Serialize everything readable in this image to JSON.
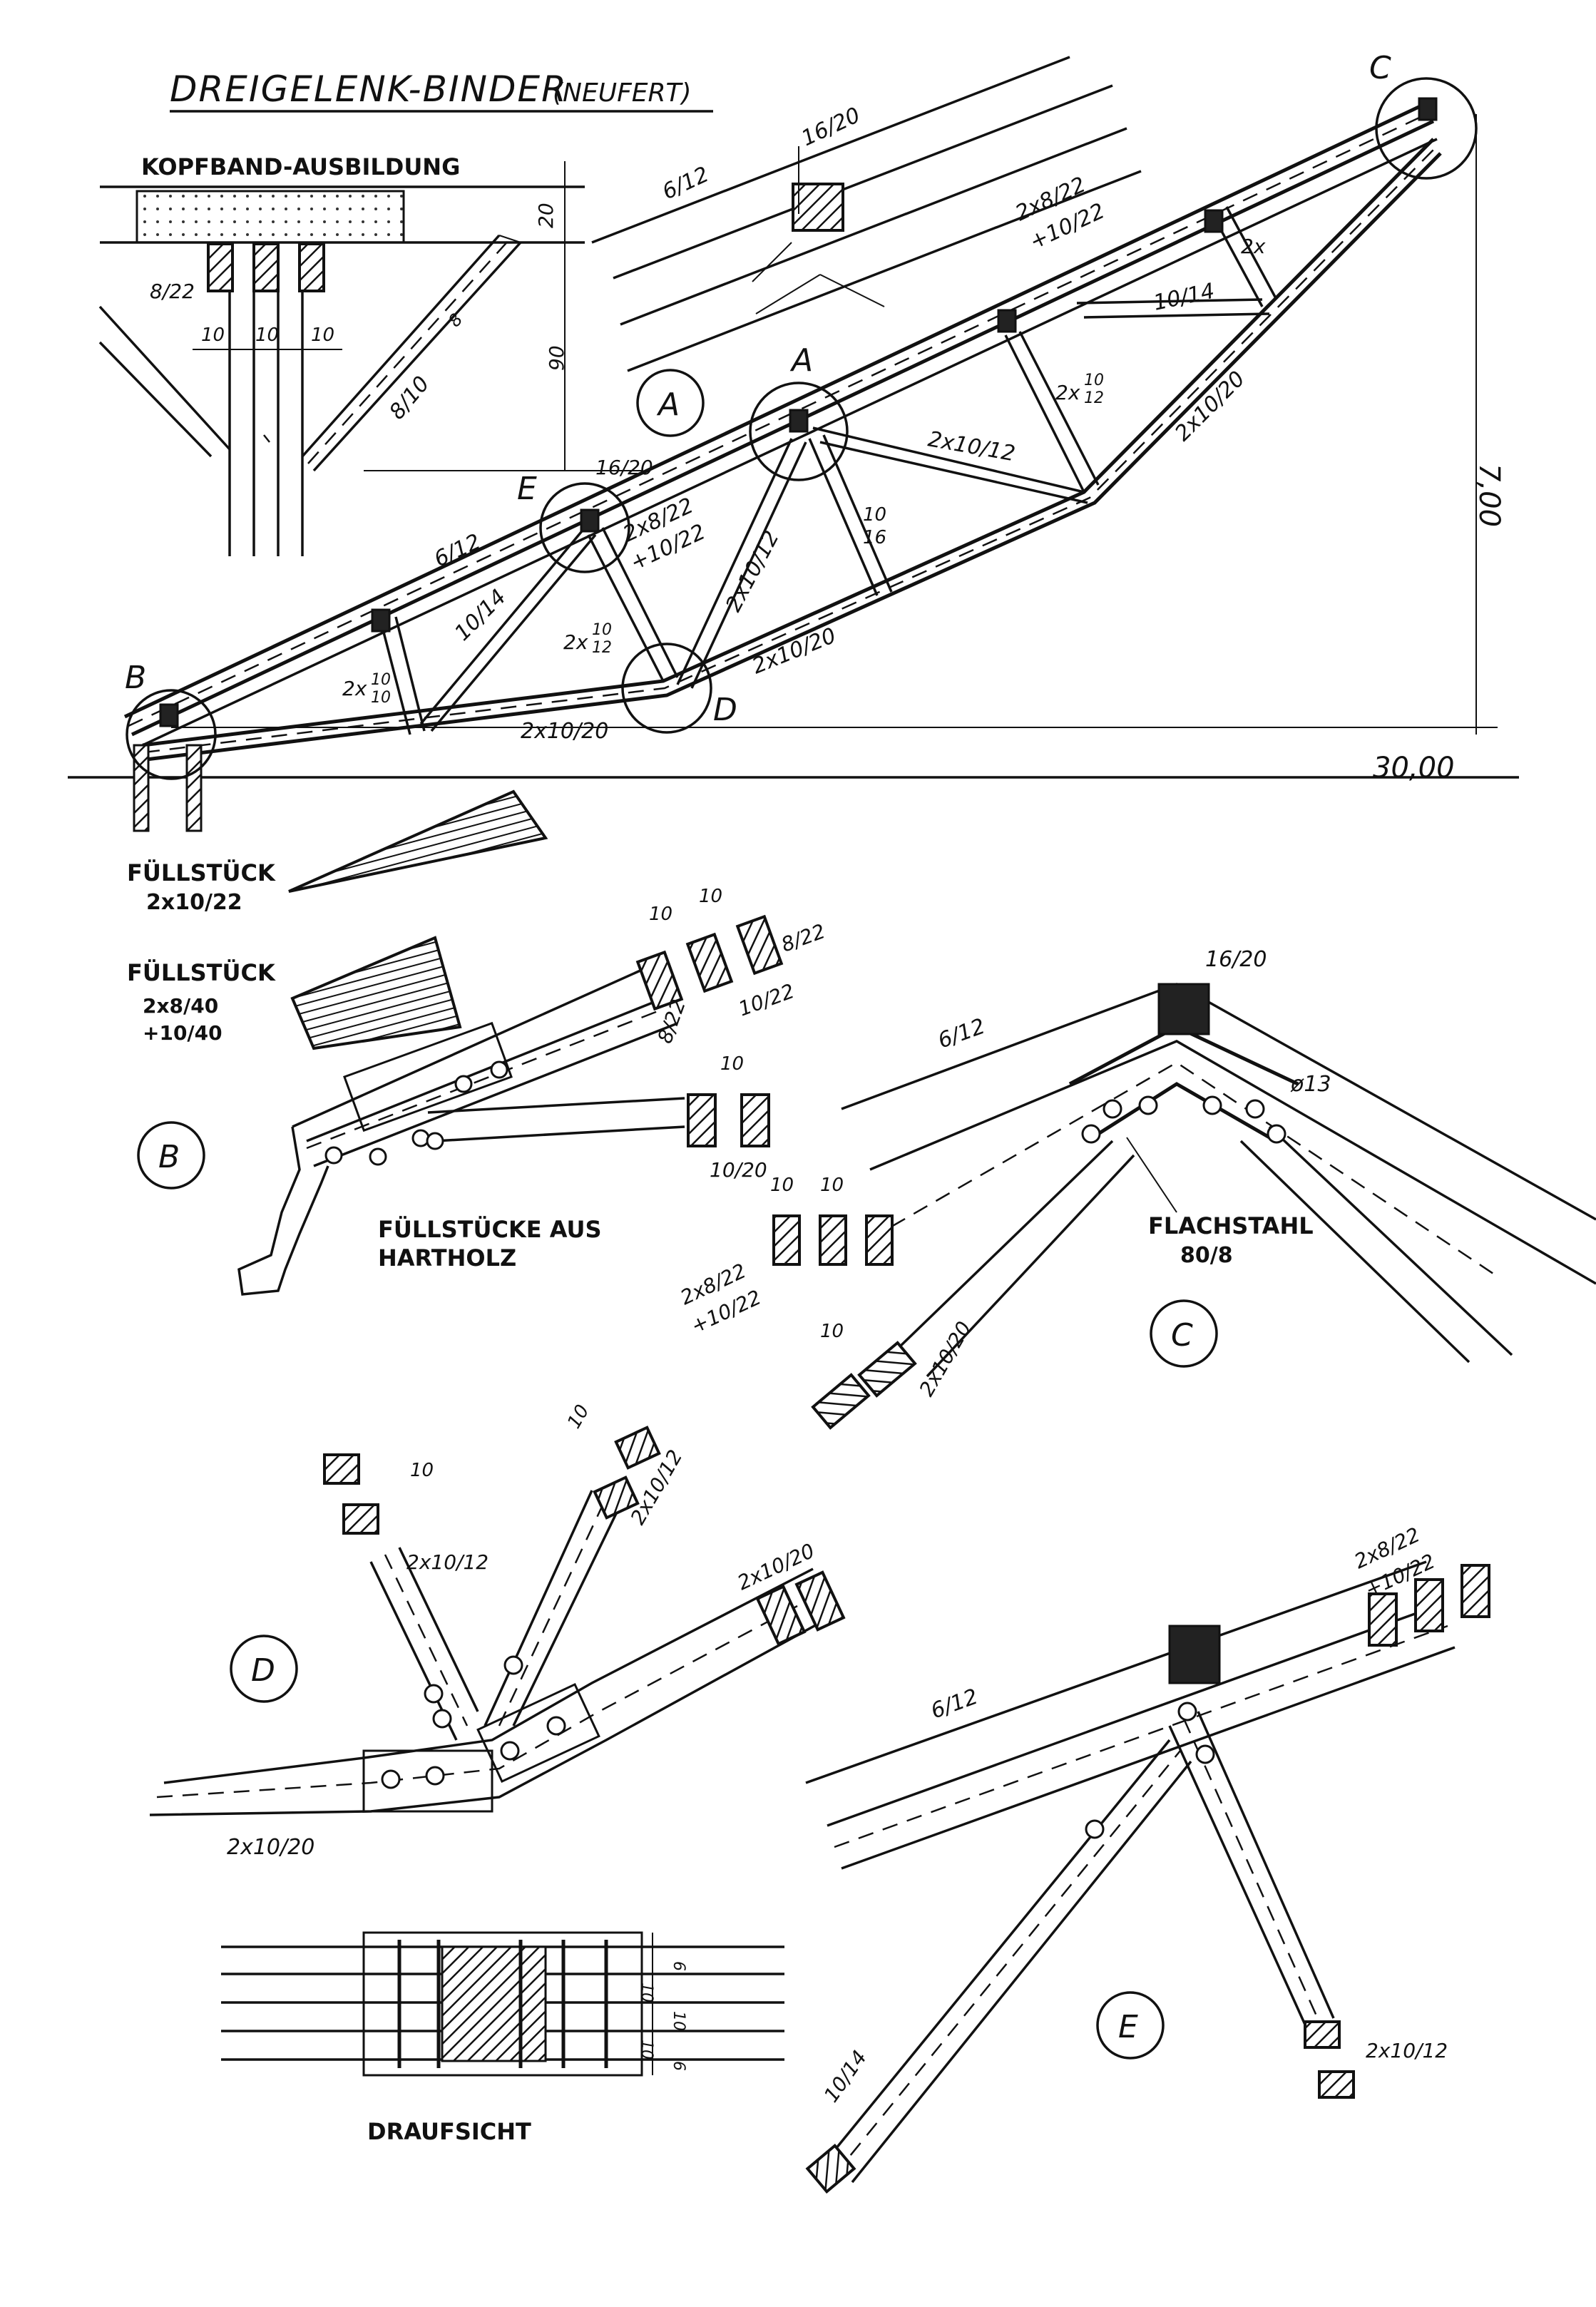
{
  "title": "DREIGELENK-BINDER",
  "title_source": "(NEUFERT)",
  "kopfband": {
    "heading": "KOPFBAND-AUSBILDUNG",
    "sec_8_22": "8/22",
    "w1": "10",
    "w2": "10",
    "w3": "10",
    "brace": "8/10",
    "brace_small": "8",
    "dim_20": "20",
    "dim_90": "90"
  },
  "truss": {
    "span": "30,00",
    "height": "7,00",
    "rafter_6_12": "6/12",
    "top_chord": "2x8/22",
    "top_chord_b": "+10/22",
    "top_chord_right": "2x8/22",
    "top_chord_right_b": "+10/22",
    "purlin_16_20": "16/20",
    "purlin_e": "16/20",
    "bottom_left": "2x10/20",
    "bottom_mid": "2x10/20",
    "bottom_right": "2x10/20",
    "diag_10_14": "10/14",
    "diag_10_14_right": "10/14",
    "diag_2x10_12_a": "2x10/12",
    "diag_2x10_12_b": "2x10/12",
    "vert_2x10_10_left": "2x",
    "vert_10_16": "10",
    "vert_10_16_b": "16",
    "frac_10": "10",
    "frac_10b": "10",
    "frac_12": "12",
    "frac_12b": "12",
    "frac_10c": "10",
    "frac_10d": "10"
  },
  "markers": {
    "A": "A",
    "B": "B",
    "C": "C",
    "D": "D",
    "E": "E"
  },
  "fuellstueck1": {
    "label": "FÜLLSTÜCK",
    "size": "2x10/22"
  },
  "fuellstueck2": {
    "label": "FÜLLSTÜCK",
    "size_a": "2x8/40",
    "size_b": "+10/40"
  },
  "detail_b": {
    "label": "B",
    "note_a": "FÜLLSTÜCKE AUS",
    "note_b": "HARTHOLZ",
    "s1": "10",
    "s2": "10",
    "sec_8_22_a": "8/22",
    "sec_8_22_b": "8/22",
    "sec_10_22": "10/22",
    "s3": "10",
    "sec_10_20": "10/20"
  },
  "detail_c": {
    "label": "C",
    "purlin": "16/20",
    "rafter": "6/12",
    "bolt": "ø13",
    "steel_a": "FLACHSTAHL",
    "steel_b": "80/8",
    "s1": "10",
    "s2": "10",
    "sec_a": "2x8/22",
    "sec_b": "+10/22",
    "s3": "10",
    "sec_c": "2x10/20"
  },
  "detail_d": {
    "label": "D",
    "s1": "10",
    "sec_left": "2x10/12",
    "s2": "10",
    "sec_right": "2x10/12",
    "sec_top": "2x10/20",
    "bottom": "2x10/20"
  },
  "detail_e": {
    "label": "E",
    "rafter": "6/12",
    "sec_a": "2x8/22",
    "sec_b": "+10/22",
    "diag": "10/14",
    "sec_c": "2x10/12"
  },
  "draufsicht": {
    "label": "DRAUFSICHT",
    "d1": "6",
    "d2": "10",
    "d3": "10",
    "d4": "10",
    "d5": "6"
  }
}
